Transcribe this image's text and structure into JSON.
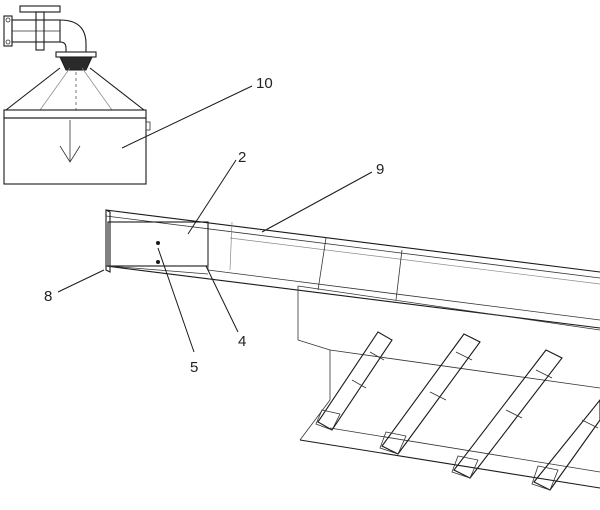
{
  "callouts": {
    "c10": "10",
    "c2": "2",
    "c9": "9",
    "c8": "8",
    "c4": "4",
    "c5": "5"
  },
  "colors": {
    "line": "#1a1a1a",
    "background": "#ffffff"
  }
}
